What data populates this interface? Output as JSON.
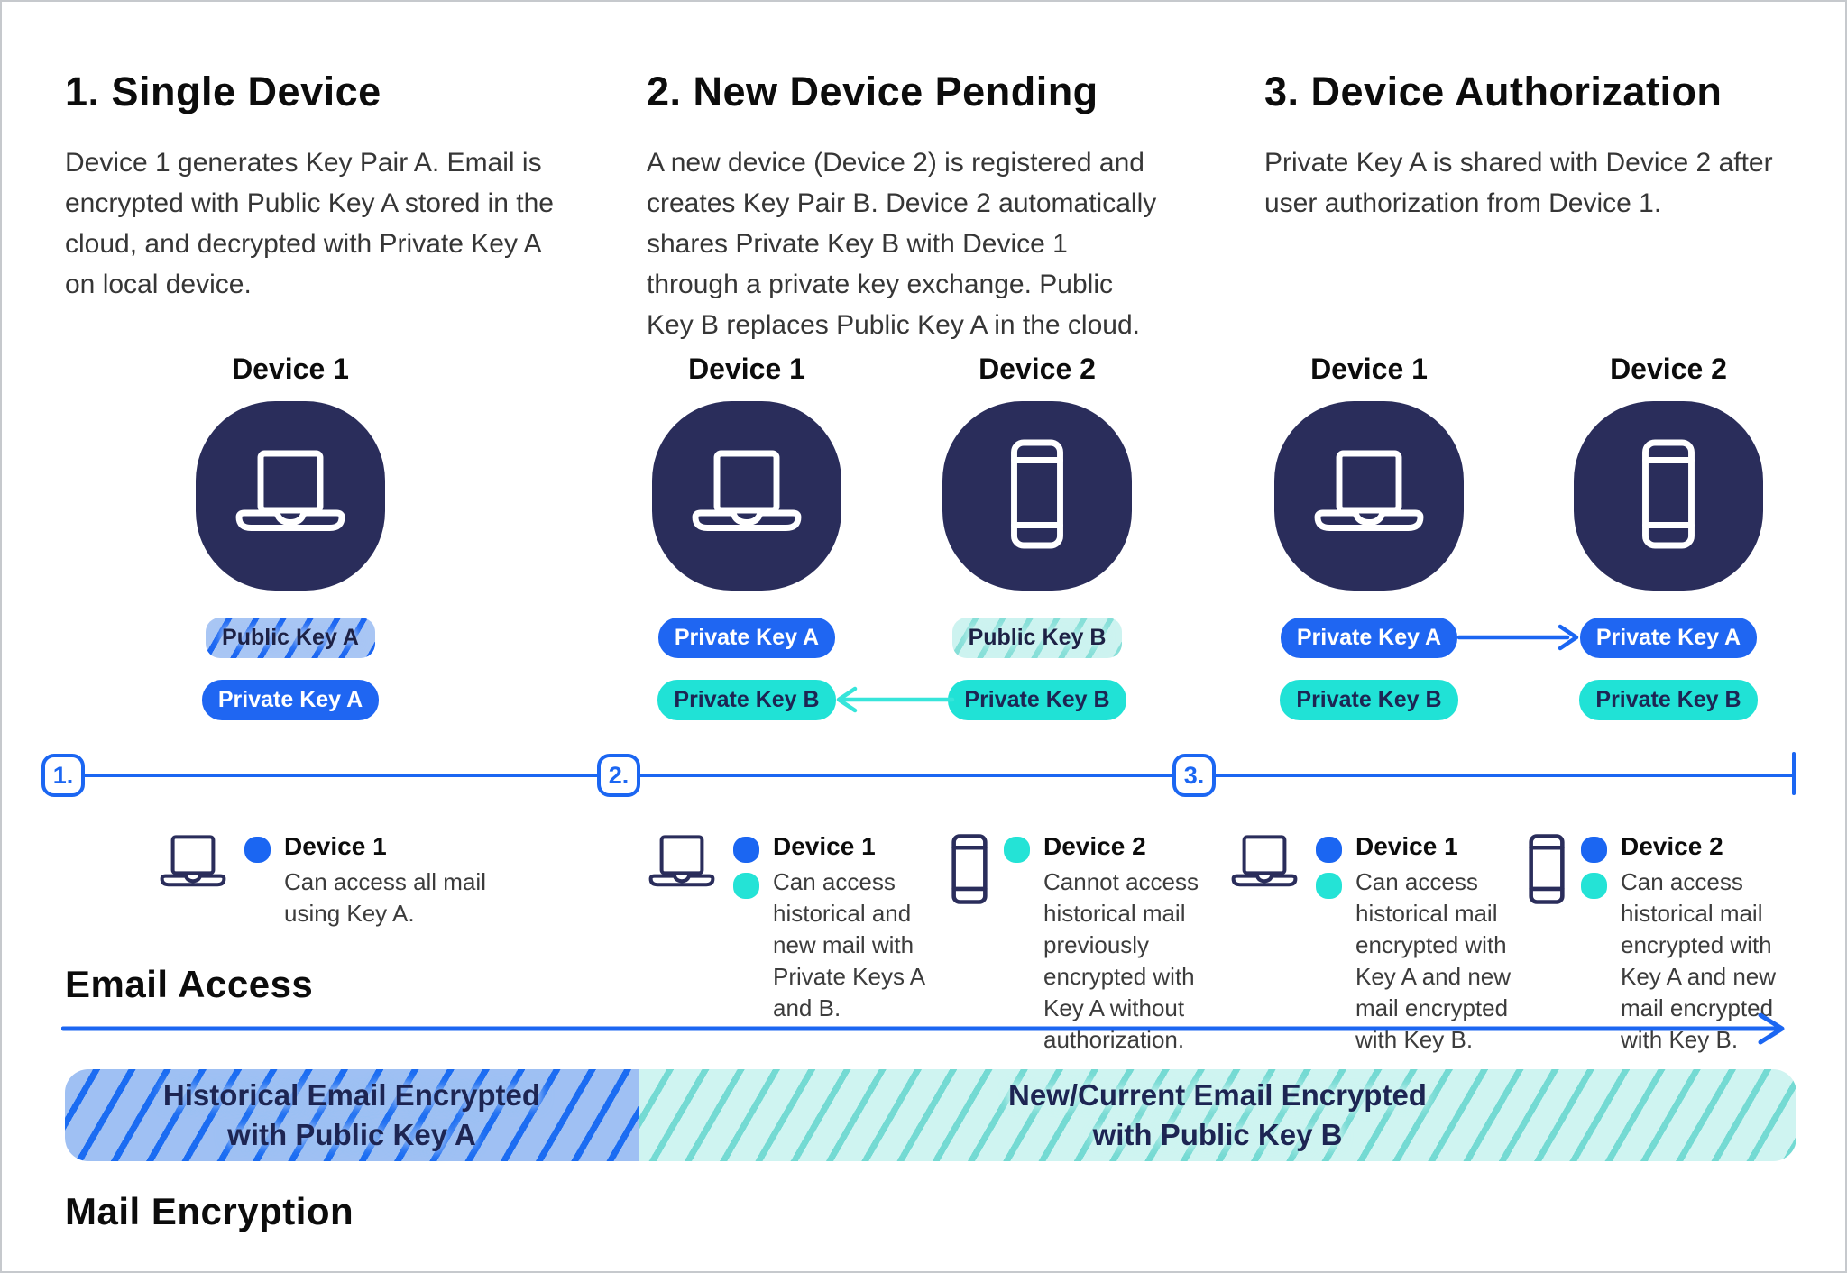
{
  "colors": {
    "navy": "#2A2D5B",
    "blue": "#1B66F2",
    "cyan": "#24E3D6",
    "light_blue": "#A9C6F4",
    "light_cyan": "#CDF3F0",
    "badge_text_navy": "#1D2553"
  },
  "sections": [
    {
      "title": "1. Single Device",
      "description": "Device 1 generates Key Pair A. Email is encrypted with Public Key A stored in the cloud, and decrypted with Private Key A on local device."
    },
    {
      "title": "2. New Device Pending",
      "description": "A new device (Device 2) is registered and creates Key Pair B. Device 2 automatically shares Private Key B with Device 1 through a private key exchange. Public Key B replaces Public Key A in the cloud."
    },
    {
      "title": "3. Device Authorization",
      "description": "Private Key A is shared with Device 2 after user authorization from Device 1."
    }
  ],
  "figures": [
    {
      "label": "Device 1",
      "device": "laptop",
      "keys": [
        {
          "label": "Public Key A",
          "style": "striped-blue"
        },
        {
          "label": "Private Key A",
          "style": "solid-blue"
        }
      ]
    },
    {
      "label": "Device 1",
      "device": "laptop",
      "keys": [
        {
          "label": "Private Key A",
          "style": "solid-blue"
        },
        {
          "label": "Private Key B",
          "style": "solid-cyan"
        }
      ]
    },
    {
      "label": "Device 2",
      "device": "phone",
      "keys": [
        {
          "label": "Public Key B",
          "style": "striped-cyan"
        },
        {
          "label": "Private Key B",
          "style": "solid-cyan"
        }
      ]
    },
    {
      "label": "Device 1",
      "device": "laptop",
      "keys": [
        {
          "label": "Private Key A",
          "style": "solid-blue"
        },
        {
          "label": "Private Key B",
          "style": "solid-cyan"
        }
      ]
    },
    {
      "label": "Device 2",
      "device": "phone",
      "keys": [
        {
          "label": "Private Key A",
          "style": "solid-blue"
        },
        {
          "label": "Private Key B",
          "style": "solid-cyan"
        }
      ]
    }
  ],
  "timeline": {
    "markers": [
      "1.",
      "2.",
      "3."
    ]
  },
  "access_items": [
    {
      "device": "Device 1",
      "dots": [
        "blue"
      ],
      "description": "Can access all mail using Key A."
    },
    {
      "device": "Device 1",
      "dots": [
        "blue",
        "cyan"
      ],
      "description": "Can access historical and new mail with Private Keys A and B."
    },
    {
      "device": "Device 2",
      "dots": [
        "cyan"
      ],
      "description": "Cannot access historical mail previously encrypted with Key A without authorization."
    },
    {
      "device": "Device 1",
      "dots": [
        "blue",
        "cyan"
      ],
      "description": "Can access historical mail encrypted with Key A and new mail encrypted with Key B."
    },
    {
      "device": "Device 2",
      "dots": [
        "blue",
        "cyan"
      ],
      "description": "Can access historical mail encrypted with Key A and new mail encrypted with Key B."
    }
  ],
  "email_access": {
    "label": "Email Access"
  },
  "mail_encryption": {
    "label": "Mail Encryption"
  },
  "bars": [
    {
      "lines": [
        "Historical Email Encrypted",
        "with Public Key A"
      ]
    },
    {
      "lines": [
        "New/Current Email Encrypted",
        "with Public Key B"
      ]
    }
  ]
}
